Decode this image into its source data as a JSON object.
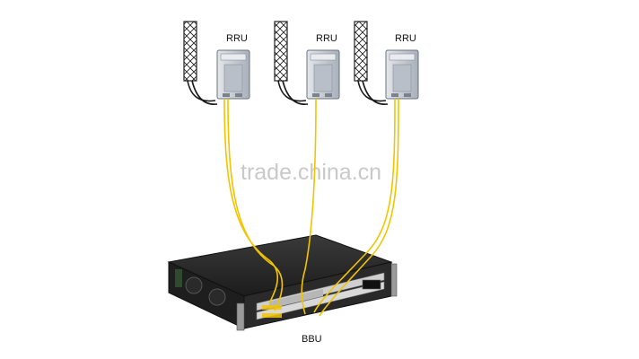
{
  "labels": {
    "rru_1": "RRU",
    "rru_2": "RRU",
    "rru_3": "RRU",
    "bbu": "BBU"
  },
  "watermark": "trade.china.cn",
  "colors": {
    "fiber": "#f2c400",
    "coax": "#1a1a1a",
    "rru_body": "#c7ccd4",
    "bbu_body": "#2b2b2b"
  },
  "icons": {
    "antenna": "antenna-icon",
    "rru": "rru-unit-icon",
    "bbu": "bbu-chassis-icon"
  }
}
